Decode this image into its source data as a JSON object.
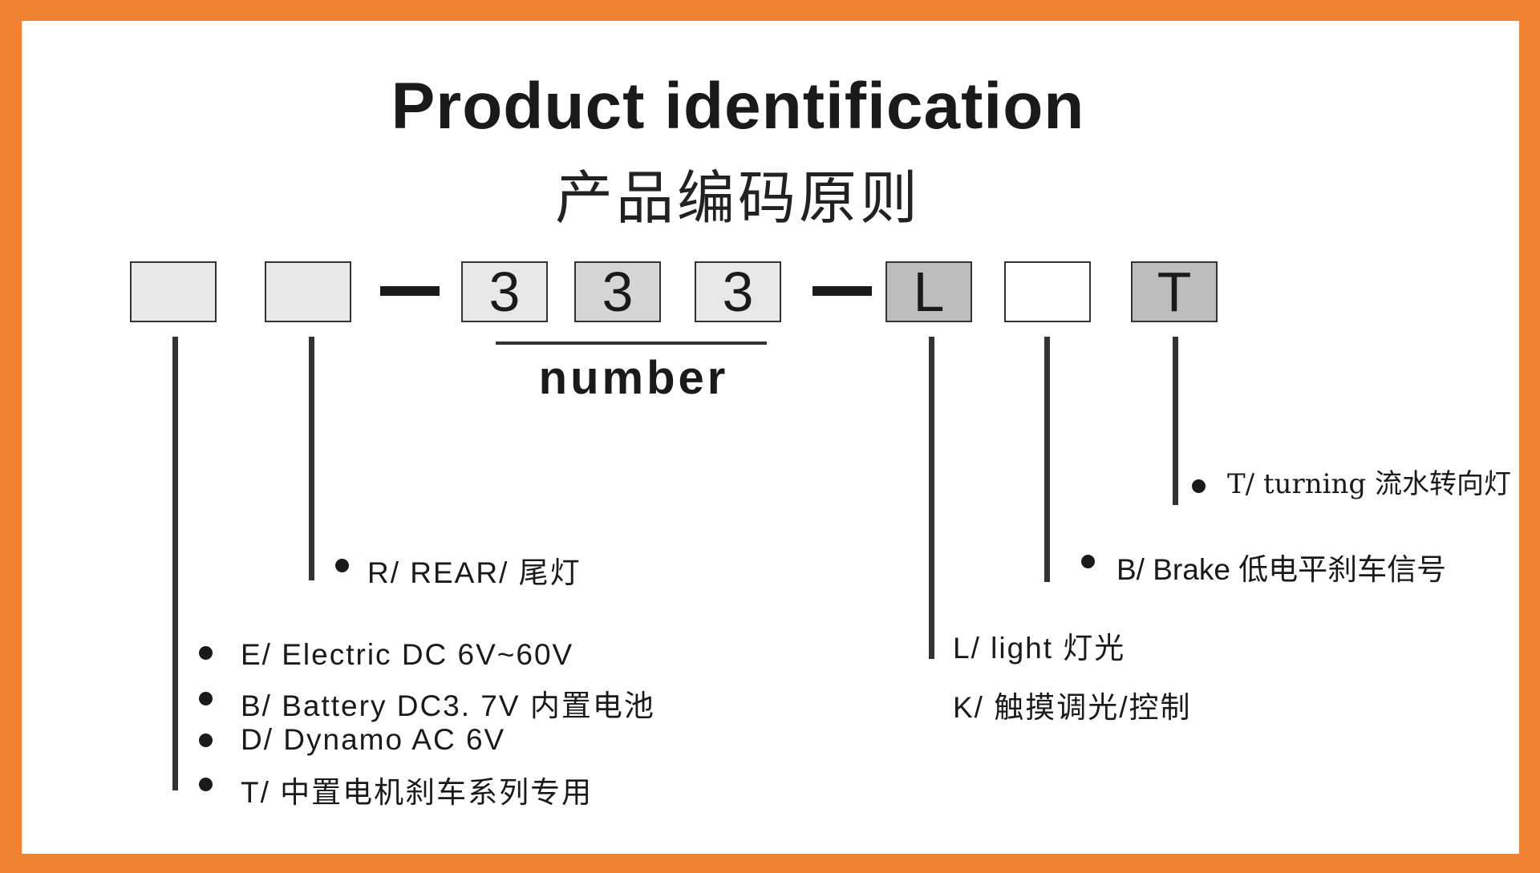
{
  "title": "Product identification",
  "subtitle": "产品编码原则",
  "code_boxes": [
    {
      "text": "",
      "fill": "#E8E8E8"
    },
    {
      "text": "",
      "fill": "#E8E8E8"
    },
    {
      "text": "3",
      "fill": "#E8E8E8"
    },
    {
      "text": "3",
      "fill": "#D6D6D6"
    },
    {
      "text": "3",
      "fill": "#E8E8E8"
    },
    {
      "text": "L",
      "fill": "#BDBDBD"
    },
    {
      "text": "",
      "fill": "#FFFFFF"
    },
    {
      "text": "T",
      "fill": "#BDBDBD"
    }
  ],
  "number_label": "number",
  "options": {
    "position1": [
      "E/ Electric DC 6V~60V",
      "B/ Battery DC3. 7V 内置电池",
      "D/ Dynamo AC 6V",
      "T/ 中置电机刹车系列专用"
    ],
    "position2": [
      "R/ REAR/ 尾灯"
    ],
    "position_L": [
      "L/ light 灯光",
      "K/ 触摸调光/控制"
    ],
    "position_blank": [
      "B/ Brake 低电平刹车信号"
    ],
    "position_T": [
      "T/ turning 流水转向灯"
    ]
  },
  "colors": {
    "frame": "#F08232",
    "ink": "#1A1A1A"
  }
}
